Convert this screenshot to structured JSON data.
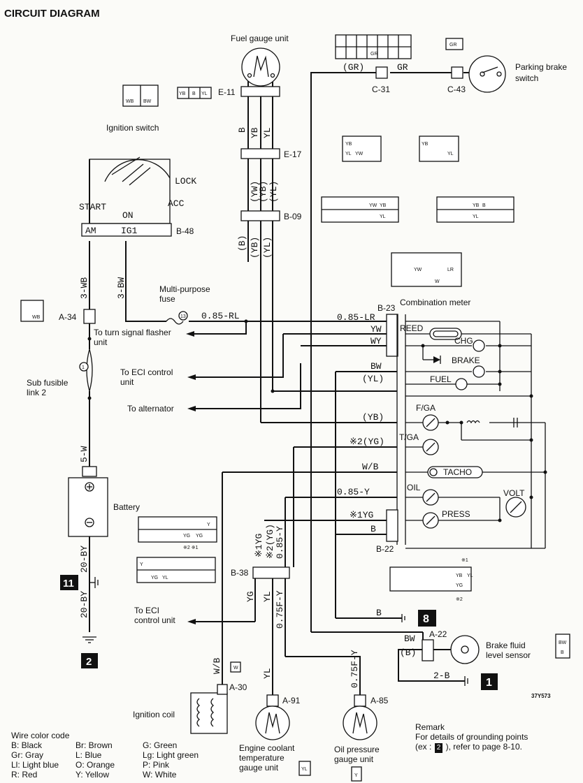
{
  "title": "CIRCUIT DIAGRAM",
  "code": "37Y573",
  "components": {
    "fuel_gauge_unit": "Fuel gauge unit",
    "parking_brake_switch": [
      "Parking brake",
      "switch"
    ],
    "ignition_switch": "Ignition switch",
    "lock": "LOCK",
    "start": "START",
    "on": "ON",
    "acc": "ACC",
    "am": "AM",
    "ig1": "IG1",
    "multipurpose_fuse": [
      "Multi-purpose",
      "fuse"
    ],
    "fuse_number": "13",
    "to_turn_signal": [
      "To turn signal flasher",
      "unit"
    ],
    "to_eci_control": [
      "To ECI control",
      "unit"
    ],
    "to_alternator": "To alternator",
    "sub_fusible_link": [
      "Sub fusible",
      "link 2"
    ],
    "fusible_number": "1",
    "battery": "Battery",
    "combination_meter": "Combination  meter",
    "reed": "REED",
    "chg": "CHG",
    "brake": "BRAKE",
    "fuel": "FUEL",
    "fga": "F/GA",
    "tga": "T/GA",
    "tacho": "TACHO",
    "oil": "OIL",
    "volt": "VOLT",
    "press": "PRESS",
    "to_eci_control2": [
      "To ECI",
      "control unit"
    ],
    "ignition_coil": "Ignition coil",
    "engine_coolant": [
      "Engine coolant",
      "temperature",
      "gauge unit"
    ],
    "oil_pressure": [
      "Oil pressure",
      "gauge unit"
    ],
    "brake_fluid": [
      "Brake fluid",
      "level sensor"
    ]
  },
  "connectors": {
    "e11": "E-11",
    "e17": "E-17",
    "b09": "B-09",
    "b48": "B-48",
    "c31": "C-31",
    "c43": "C-43",
    "a34": "A-34",
    "b23": "B-23",
    "b22": "B-22",
    "b38": "B-38",
    "a22": "A-22",
    "a30": "A-30",
    "a91": "A-91",
    "a85": "A-85"
  },
  "wires": {
    "gr1": "(GR)",
    "gr2": "GR",
    "b": "B",
    "yb": "YB",
    "yl": "YL",
    "yw_p": "(YW)",
    "yb_p": "(YB)",
    "yl_p": "(YL)",
    "b_p": "(B)",
    "wb3": "3-WB",
    "bw3": "3-BW",
    "rl": "0.85-RL",
    "w5": "5-W",
    "by20a": "20-BY",
    "by20b": "20-BY",
    "lr": "0.85-LR",
    "ywm": "YW",
    "wy": "WY",
    "bwm": "BW",
    "ylm": "(YL)",
    "ybm": "(YB)",
    "ygm": "※2(YG)",
    "wbm": "W/B",
    "y085": "0.85-Y",
    "ygm1": "※1YG",
    "bm": "B",
    "yg_v1": "※1YG",
    "yg_v2": "※2(YG)",
    "y_v3": "0.85-Y",
    "yg_low": "YG",
    "yl_low": "YL",
    "y075": "0.75F-Y",
    "wb_low": "W/B",
    "yl_a91": "YL",
    "y075b": "0.75F-Y",
    "b_ground": "B",
    "bw_a22": "BW",
    "b_a22": "(B)",
    "b2": "2-B"
  },
  "grounds": {
    "g11": "11",
    "g2": "2",
    "g8": "8",
    "g1": "1"
  },
  "pin_labels": {
    "gr": "GR",
    "wb": "WB",
    "bw": "BW",
    "yb": "YB",
    "b": "B",
    "yl": "YL",
    "yw": "YW",
    "lr": "LR",
    "y": "Y",
    "yg": "YG",
    "w": "W",
    "note1": "※1",
    "note2": "※2",
    "note12": "※2 ※1"
  },
  "legend": {
    "title": "Wire color code",
    "items": [
      "B: Black",
      "Br: Brown",
      "G: Green",
      "Gr: Gray",
      "L: Blue",
      "Lg: Light green",
      "Ll: Light blue",
      "O: Orange",
      "P: Pink",
      "R: Red",
      "Y: Yellow",
      "W: White"
    ]
  },
  "remark": {
    "title": "Remark",
    "line1": "For details of grounding points",
    "line2_pre": "(ex :",
    "badge": "2",
    "line2_post": "), refer to page 8-10."
  }
}
